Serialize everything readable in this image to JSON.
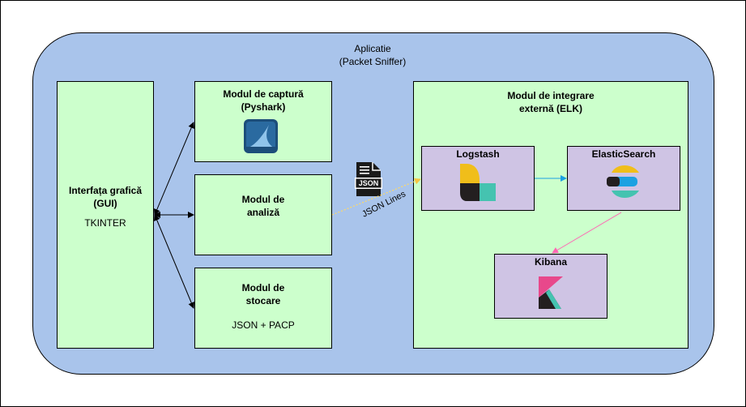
{
  "app": {
    "title_line1": "Aplicatie",
    "title_line2": "(Packet Sniffer)"
  },
  "gui": {
    "title_line1": "Interfața grafică",
    "title_line2": "(GUI)",
    "subtitle": "TKINTER"
  },
  "capture": {
    "title_line1": "Modul de captură",
    "title_line2": "(Pyshark)",
    "icon": "wireshark-icon"
  },
  "analysis": {
    "title_line1": "Modul de",
    "title_line2": "analiză"
  },
  "storage": {
    "title_line1": "Modul de",
    "title_line2": "stocare",
    "subtitle": "JSON + PACP"
  },
  "elk": {
    "title_line1": "Modul de integrare",
    "title_line2": "externă (ELK)"
  },
  "logstash": {
    "title": "Logstash",
    "icon": "logstash-icon"
  },
  "elasticsearch": {
    "title": "ElasticSearch",
    "icon": "elasticsearch-icon"
  },
  "kibana": {
    "title": "Kibana",
    "icon": "kibana-icon"
  },
  "json_icon": {
    "label": "JSON",
    "icon": "json-file-icon"
  },
  "edge_label": "JSON Lines",
  "colors": {
    "background": "#a9c4eb",
    "module": "#ccffcc",
    "elk_component": "#cfc4e4",
    "json_lines_arrow": "#ffd966",
    "logstash_to_es_arrow": "#1ba1e2",
    "es_to_kibana_arrow": "#ff66b3"
  }
}
